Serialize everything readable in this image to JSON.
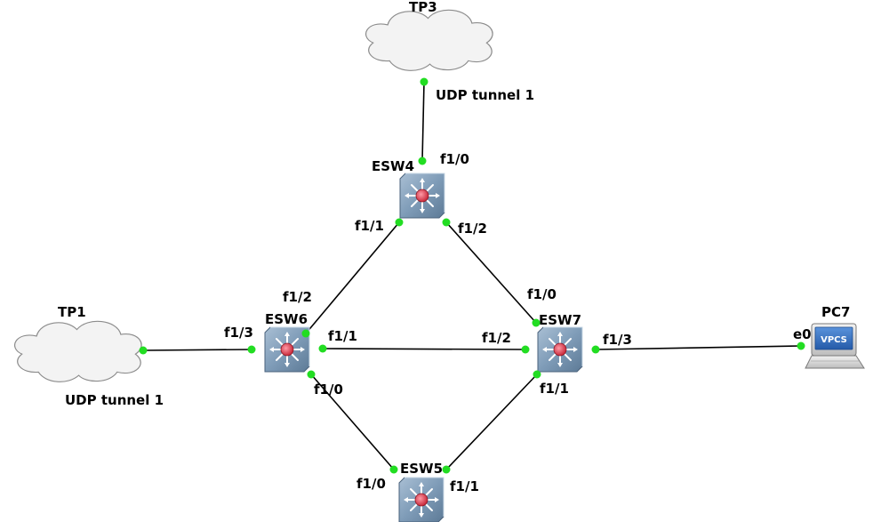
{
  "nodes": {
    "tp3": {
      "label": "TP3",
      "tunnel": "UDP tunnel 1"
    },
    "tp1": {
      "label": "TP1",
      "tunnel": "UDP tunnel 1"
    },
    "esw4": {
      "label": "ESW4"
    },
    "esw6": {
      "label": "ESW6"
    },
    "esw7": {
      "label": "ESW7"
    },
    "esw5": {
      "label": "ESW5"
    },
    "pc7": {
      "label": "PC7",
      "screen_text": "VPCS"
    }
  },
  "ports": {
    "esw4_f10": "f1/0",
    "esw4_f11": "f1/1",
    "esw4_f12": "f1/2",
    "esw6_f12": "f1/2",
    "esw6_f13": "f1/3",
    "esw6_f11": "f1/1",
    "esw6_f10": "f1/0",
    "esw7_f10": "f1/0",
    "esw7_f12": "f1/2",
    "esw7_f13": "f1/3",
    "esw7_f11": "f1/1",
    "esw5_f10": "f1/0",
    "esw5_f11": "f1/1",
    "pc7_e0": "e0"
  },
  "links": [
    {
      "from": "tp3",
      "to": "esw4",
      "from_port": "",
      "to_port": "f1/0"
    },
    {
      "from": "esw4",
      "to": "esw6",
      "from_port": "f1/1",
      "to_port": "f1/2"
    },
    {
      "from": "esw4",
      "to": "esw7",
      "from_port": "f1/2",
      "to_port": "f1/0"
    },
    {
      "from": "tp1",
      "to": "esw6",
      "from_port": "",
      "to_port": "f1/3"
    },
    {
      "from": "esw6",
      "to": "esw7",
      "from_port": "f1/1",
      "to_port": "f1/2"
    },
    {
      "from": "esw7",
      "to": "pc7",
      "from_port": "f1/3",
      "to_port": "e0"
    },
    {
      "from": "esw6",
      "to": "esw5",
      "from_port": "f1/0",
      "to_port": "f1/0"
    },
    {
      "from": "esw7",
      "to": "esw5",
      "from_port": "f1/1",
      "to_port": "f1/1"
    }
  ],
  "colors": {
    "link_endpoint": "#22dd22",
    "switch_body": "#7f9cb8",
    "switch_center": "#e0485a",
    "cloud_fill": "#f3f3f3",
    "cloud_outline": "#8c8c8c",
    "vpcs_screen": "#2f6fc4"
  }
}
